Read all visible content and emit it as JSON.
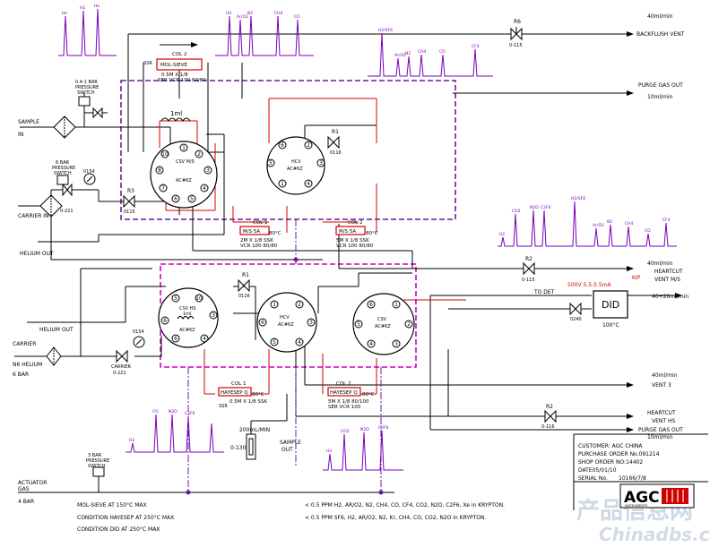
{
  "outlets": {
    "backflush": {
      "flow": "40ml/min",
      "name": "BACKFLUSH VENT"
    },
    "purge1": {
      "name": "PURGE GAS OUT",
      "flow": "10ml/min"
    },
    "heartcut_ms": {
      "flow": "40ml/min",
      "name1": "HEARTCUT",
      "name2": "VENT M/S"
    },
    "did_out": {
      "flow": "40+20ml/min"
    },
    "vent3": {
      "flow": "40ml/min",
      "name": "VENT 3"
    },
    "heartcut_hs": {
      "name1": "HEARTCUT",
      "name2": "VENT HS"
    },
    "purge2": {
      "name": "PURGE GAS OUT",
      "flow": "10ml/min"
    }
  },
  "inlets": {
    "sample_in": {
      "l1": "SAMPLE",
      "l2": "IN"
    },
    "carrier_in": "CARRIER IN",
    "helium_out_1": "HELIUM OUT",
    "helium_out_2": "HELIUM OUT",
    "carrier2": {
      "l1": "CARRIER",
      "l2": "N6 HELIUM",
      "l3": "6 BAR"
    },
    "actuator": {
      "l1": "ACTUATOR",
      "l2": "GAS",
      "l3": "4 BAR"
    },
    "sample_out": {
      "l1": "SAMPLE",
      "l2": "OUT"
    }
  },
  "switches": {
    "sw1": {
      "l1": "0.4-1 BAR",
      "l2": "PRESSURE",
      "l3": "SWITCH"
    },
    "sw2": {
      "l1": "6 BAR",
      "l2": "PRESSURE",
      "l3": "SWITCH"
    },
    "sw3": {
      "l1": "3 BAR",
      "l2": "PRESSURE",
      "l3": "SWITCH"
    }
  },
  "valves": {
    "v1": {
      "name": "CSV M/S",
      "sub": "AC#6Z"
    },
    "v2": {
      "name": "HCV",
      "sub": "AC#6Z"
    },
    "v3": {
      "name": "CSV HS",
      "sub": "AC#6Z"
    },
    "v4": {
      "name": "HCV",
      "sub": "AC#6Z"
    },
    "v5": {
      "name": "CSV",
      "sub": "AC#6Z"
    }
  },
  "needle_valves": {
    "r6": {
      "id": "R6",
      "code": "0-115"
    },
    "r1a": {
      "id": "R1",
      "code": "0116"
    },
    "r3": {
      "id": "R3",
      "code": "0115"
    },
    "r2a": {
      "id": "R2",
      "code": "0-115"
    },
    "r1b": {
      "id": "R1",
      "code": "0116"
    },
    "r2b": {
      "id": "R2",
      "code": "0-116"
    },
    "v0240": {
      "code": "0240"
    },
    "reg1": {
      "code": "0-221"
    },
    "reg2": {
      "l1": "CARRIER",
      "l2": "0-221"
    },
    "g0154a": "0154",
    "g0154b": "0154"
  },
  "columns": {
    "c2a": {
      "title": "COL 2",
      "tag": "MOL-SIEVE",
      "spec1": "0.5M X 1/8",
      "spec2": "SER VCR 100 60/80"
    },
    "c1a": {
      "title": "COL 1",
      "tag": "M/S 5A",
      "spec1": "2M X 1/8 SSK",
      "spec2": "VCR 100 80/80",
      "temp": "80°C"
    },
    "c2b": {
      "title": "COL 2",
      "tag": "M/S 5A",
      "spec1": "5M X 1/8 SSK",
      "spec2": "VCR 100 80/80",
      "temp": "80°C"
    },
    "c1b": {
      "title": "COL 1",
      "tag": "HAYESEP Q",
      "spec": "0.5M X 1/8 SSK",
      "temp": "80°C"
    },
    "c2c": {
      "title": "COL 2",
      "tag": "HAYESEP Q",
      "spec1": "5M X 1/8  80/100",
      "spec2": "SER VCR 100",
      "temp": "80°C"
    }
  },
  "loops": {
    "upper": "1ml",
    "lower": "1ml"
  },
  "did": {
    "label": "DID",
    "temp": "100°C",
    "voltage": "500V  5.5-5.5mA",
    "to_det": "TO DET",
    "kip": "KIP"
  },
  "flowmeter": {
    "range": "200mL/MIN",
    "code": "0-130"
  },
  "chromatograms": {
    "top_left": [
      "He",
      "H2",
      "He"
    ],
    "top_mid": [
      "H2",
      "Ar/O2",
      "N2",
      "CH4",
      "CO"
    ],
    "top_right": [
      "H2/SF6",
      "Ar/O2",
      "N2",
      "CH4",
      "CO",
      "CF4"
    ],
    "mid_right": [
      "H2",
      "CO2",
      "N2O",
      "C2F6",
      "H2/SF6",
      "Ar/O2",
      "N2",
      "CH4",
      "CO",
      "CF4"
    ],
    "bottom_left": [
      "H2",
      "CO",
      "N2O",
      "C2F6"
    ],
    "bottom_mid": [
      "H2",
      "CO2",
      "N2O",
      "C2F6"
    ]
  },
  "customer": {
    "customer": "CUSTOMER: AGC CHINA",
    "po": "PURCHASE ORDER No.091214",
    "shop": "SHOP ORDER NO:14402",
    "date": "DATE05/01/10",
    "serial_label": "SERIAL No.",
    "serial": "10166/7/8"
  },
  "logo": {
    "text": "AGC",
    "sub": "INSTRUMENTS"
  },
  "conditions": [
    "MOL-SIEVE AT 150°C MAX",
    "CONDITION HAYESEP  AT 250°C MAX",
    "CONDITION DID  AT 250°C MAX"
  ],
  "specs": [
    "< 0.5 PPM H2, AR/O2, N2, CH4, CO, CF4, CO2, N2O, C2F6, Xe in KRYPTON.",
    "< 0.5 PPM SF6, H2, AR/O2, N2, Kr, CH4, CO, CO2, N2O in KRYPTON."
  ],
  "misc": {
    "ssr": "SSR",
    "sss": "SSR"
  },
  "watermark": {
    "cn": "产品信息网",
    "en": "Chinadbs.com"
  },
  "colors": {
    "line": "#000000",
    "red": "#d40000",
    "purple": "#6a1aa0",
    "magenta": "#d000c8",
    "chrom": "#7a00b8"
  }
}
